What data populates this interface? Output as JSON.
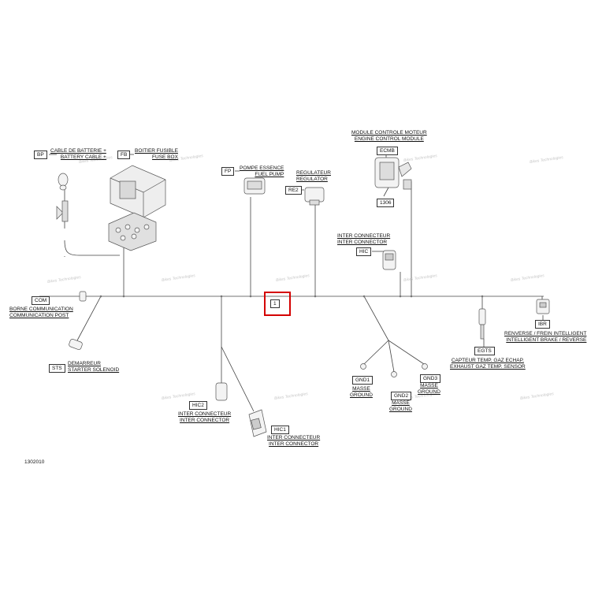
{
  "figure_id": "1302010",
  "harness_center_code": "1",
  "watermark_text": "Bikes Technologies",
  "colors": {
    "highlight": "#d40000",
    "line": "#444444"
  },
  "components": [
    {
      "code": "BP",
      "lines": [
        "CABLE DE BATTERIE +",
        "BATTERY CABLE +"
      ]
    },
    {
      "code": "FB",
      "lines": [
        "BOITIER FUSIBLE",
        "FUSE BOX"
      ]
    },
    {
      "code": "FP",
      "lines": [
        "POMPE ESSENCE",
        "FUEL PUMP"
      ]
    },
    {
      "code": "RE2",
      "lines": [
        "REGULATEUR",
        "REGULATOR"
      ]
    },
    {
      "code": "ECMB",
      "lines": [
        "MODULE CONTROLE MOTEUR",
        "ENGINE CONTROL MODULE"
      ]
    },
    {
      "code": "1306",
      "lines": []
    },
    {
      "code": "HIC",
      "lines": [
        "INTER CONNECTEUR",
        "INTER CONNECTOR"
      ]
    },
    {
      "code": "COM",
      "lines": [
        "BORNE COMMUNICATION",
        "COMMUNICATION POST"
      ]
    },
    {
      "code": "IBR",
      "lines": [
        "RENVERSE / FREIN INTELLIGENT",
        "INTELLIGENT BRAKE / REVERSE"
      ]
    },
    {
      "code": "STS",
      "lines": [
        "DEMARREUR",
        "STARTER SOLENOID"
      ]
    },
    {
      "code": "EGTS",
      "lines": [
        "CAPTEUR TEMP. GAZ ECHAP.",
        "EXHAUST GAZ TEMP. SENSOR"
      ]
    },
    {
      "code": "HIC2",
      "lines": [
        "INTER CONNECTEUR",
        "INTER CONNECTOR"
      ]
    },
    {
      "code": "HIC1",
      "lines": [
        "INTER CONNECTEUR",
        "INTER CONNECTOR"
      ]
    },
    {
      "code": "GND1",
      "lines": [
        "MASSE",
        "GROUND"
      ]
    },
    {
      "code": "GND2",
      "lines": [
        "MASSE",
        "GROUND"
      ]
    },
    {
      "code": "GND3",
      "lines": [
        "MASSE",
        "GROUND"
      ]
    }
  ]
}
